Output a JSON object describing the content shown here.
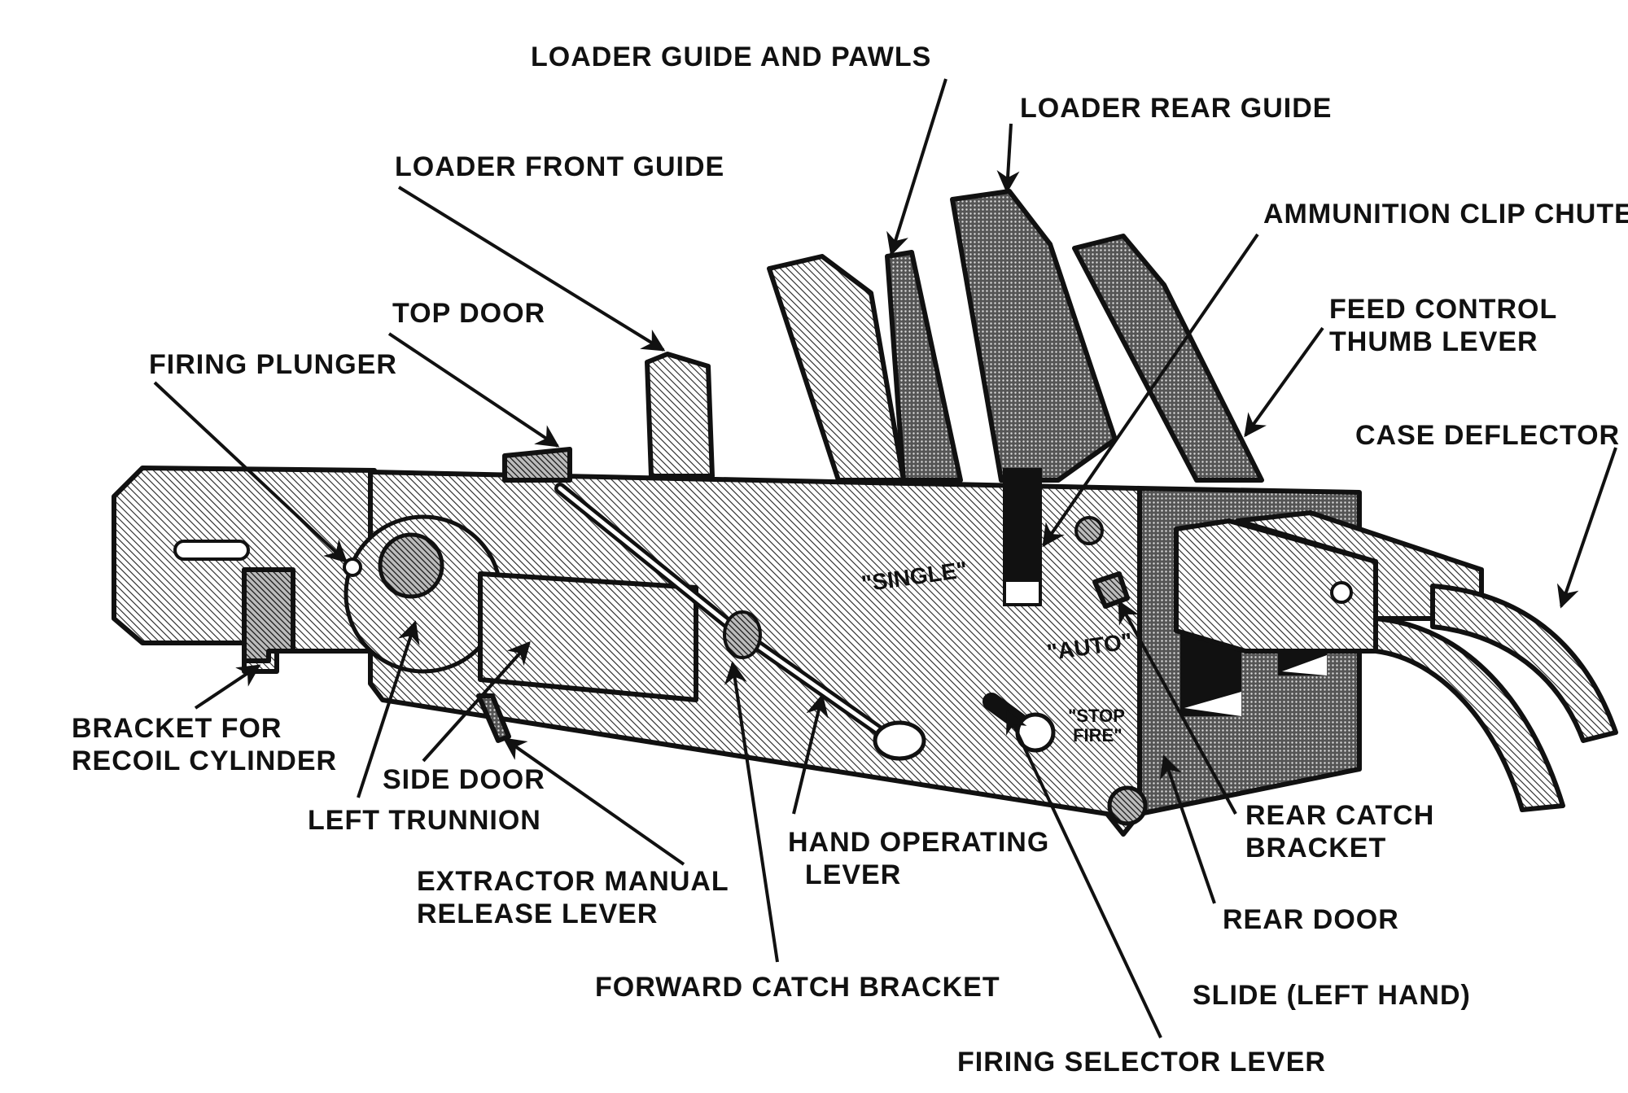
{
  "figure": {
    "subject": "Ammunition feed mechanism / receiver assembly, left side view",
    "colors": {
      "ink": "#111111",
      "paper": "#ffffff",
      "hatch_light": "#cfcfcf",
      "hatch_dark": "#6a6a6a"
    }
  },
  "labels": {
    "loader_guide_and_pawls": "LOADER GUIDE AND PAWLS",
    "loader_rear_guide": "LOADER REAR GUIDE",
    "loader_front_guide": "LOADER FRONT GUIDE",
    "ammunition_clip_chute": "AMMUNITION CLIP CHUTE",
    "feed_control_thumb_lever": "FEED CONTROL\nTHUMB LEVER",
    "top_door": "TOP DOOR",
    "firing_plunger": "FIRING PLUNGER",
    "case_deflector": "CASE DEFLECTOR",
    "bracket_for_recoil_cylinder": "BRACKET FOR\nRECOIL CYLINDER",
    "side_door": "SIDE DOOR",
    "left_trunnion": "LEFT TRUNNION",
    "extractor_manual_release_lever": "EXTRACTOR MANUAL\nRELEASE LEVER",
    "hand_operating_lever": "HAND OPERATING\n  LEVER",
    "rear_catch_bracket": "REAR CATCH\nBRACKET",
    "rear_door": "REAR DOOR",
    "forward_catch_bracket": "FORWARD CATCH BRACKET",
    "slide_left_hand": "SLIDE (LEFT HAND)",
    "firing_selector_lever": "FIRING SELECTOR LEVER"
  },
  "markings": {
    "single": "\"SINGLE\"",
    "auto": "\"AUTO\"",
    "stop_fire": "\"STOP\n FIRE\""
  }
}
